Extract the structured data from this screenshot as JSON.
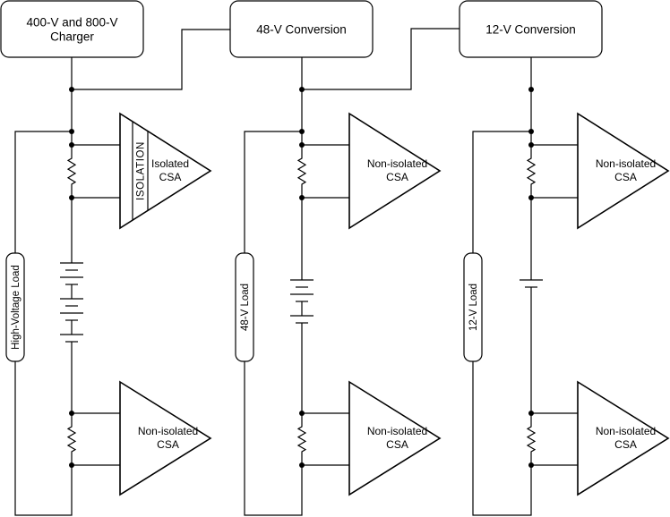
{
  "title": "EV power distribution with current-sense amplifiers",
  "stages": [
    {
      "id": "hv",
      "source_label_lines": [
        "400-V and 800-V",
        "Charger"
      ],
      "load_label": "High-Voltage Load",
      "battery_cells": 3,
      "top_csa": {
        "lines": [
          "Isolated",
          "CSA"
        ],
        "isolation_label": "ISOLATION"
      },
      "bottom_csa": {
        "lines": [
          "Non-isolated",
          "CSA"
        ]
      }
    },
    {
      "id": "v48",
      "source_label_lines": [
        "48-V Conversion"
      ],
      "load_label": "48-V Load",
      "battery_cells": 2,
      "top_csa": {
        "lines": [
          "Non-isolated",
          "CSA"
        ]
      },
      "bottom_csa": {
        "lines": [
          "Non-isolated",
          "CSA"
        ]
      }
    },
    {
      "id": "v12",
      "source_label_lines": [
        "12-V Conversion"
      ],
      "load_label": "12-V Load",
      "battery_cells": 1,
      "top_csa": {
        "lines": [
          "Non-isolated",
          "CSA"
        ]
      },
      "bottom_csa": {
        "lines": [
          "Non-isolated",
          "CSA"
        ]
      }
    }
  ],
  "colors": {
    "line": "#000000",
    "background": "#ffffff"
  }
}
